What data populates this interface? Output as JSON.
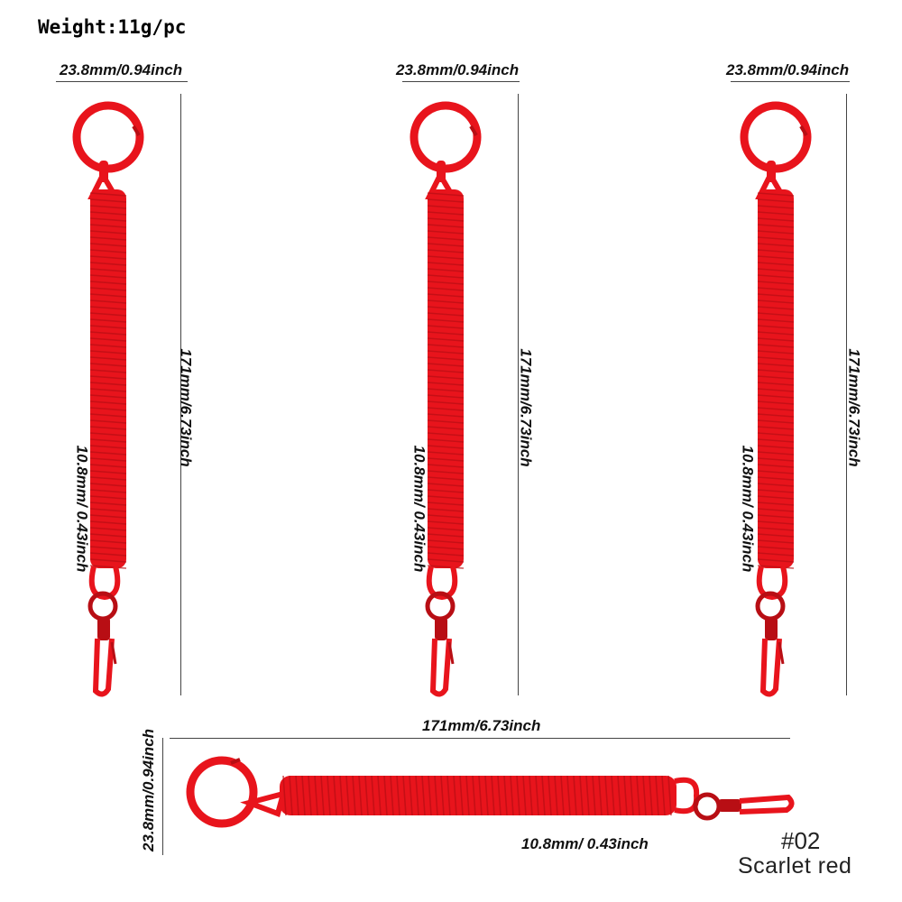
{
  "weight_label": "Weight:11g/pc",
  "dims": {
    "width": "23.8mm/0.94inch",
    "length": "171mm/6.73inch",
    "diameter_vertical": "10.8mm/ 0.43inch",
    "diameter_horizontal": "10.8mm/ 0.43inch"
  },
  "product": {
    "code": "#02",
    "color_name": "Scarlet red",
    "color_hex": "#e8141c",
    "dark_hex": "#b80e14"
  }
}
